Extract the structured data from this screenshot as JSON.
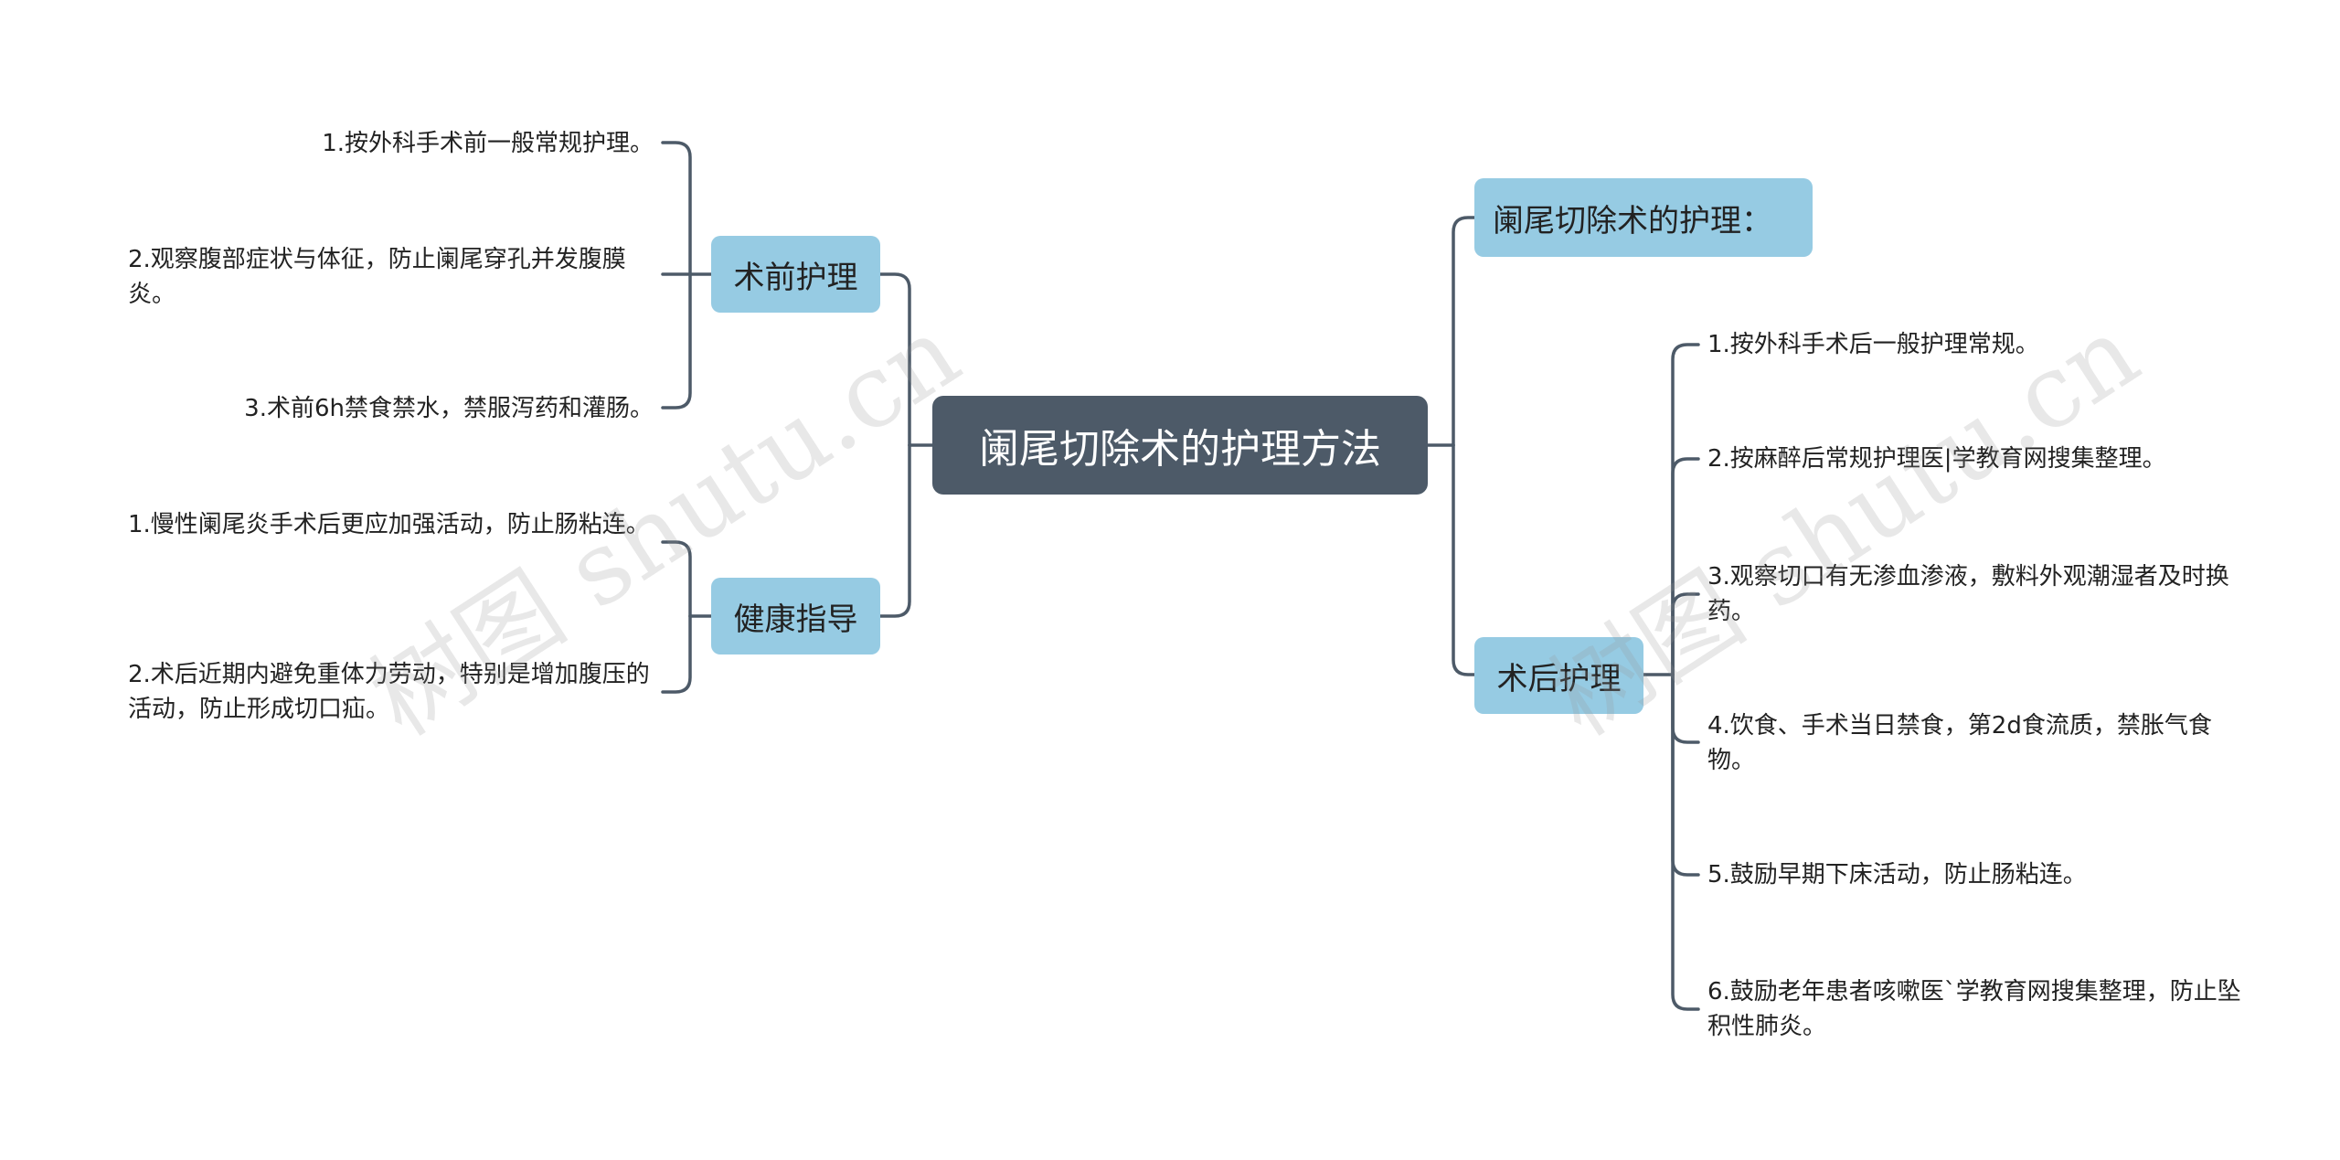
{
  "root": {
    "label": "阑尾切除术的护理方法"
  },
  "left_branches": [
    {
      "label": "术前护理",
      "leaves": [
        "1.按外科手术前一般常规护理。",
        "2.观察腹部症状与体征，防止阑尾穿孔并发腹膜炎。",
        "3.术前6h禁食禁水，禁服泻药和灌肠。"
      ]
    },
    {
      "label": "健康指导",
      "leaves": [
        "1.慢性阑尾炎手术后更应加强活动，防止肠粘连。",
        "2.术后近期内避免重体力劳动，特别是增加腹压的活动，防止形成切口疝。"
      ]
    }
  ],
  "right_branches": [
    {
      "label": "阑尾切除术的护理：",
      "leaves": []
    },
    {
      "label": "术后护理",
      "leaves": [
        "1.按外科手术后一般护理常规。",
        "2.按麻醉后常规护理医|学教育网搜集整理。",
        "3.观察切口有无渗血渗液，敷料外观潮湿者及时换药。",
        "4.饮食、手术当日禁食，第2d食流质，禁胀气食物。",
        "5.鼓励早期下床活动，防止肠粘连。",
        "6.鼓励老年患者咳嗽医`学教育网搜集整理，防止坠积性肺炎。"
      ]
    }
  ],
  "watermark": "树图 shutu.cn",
  "colors": {
    "root_bg": "#4d5a68",
    "branch_bg": "#96cbe3",
    "connector": "#4d5a68"
  }
}
